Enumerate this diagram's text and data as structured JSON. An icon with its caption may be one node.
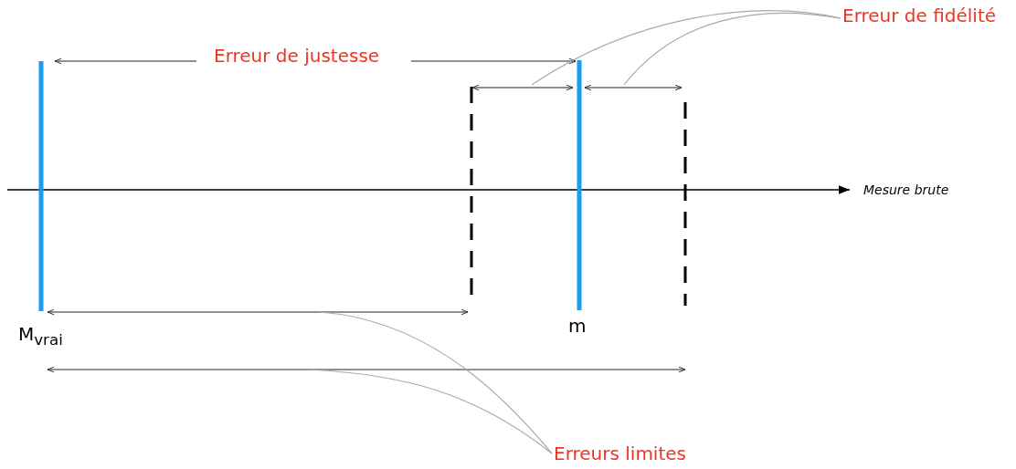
{
  "diagram": {
    "nodes": [
      {
        "text": [
          "Erreur de fidélité"
        ]
      },
      {
        "text": [],
        "shape": "arrow"
      },
      {
        "text": [],
        "shape": "arrow"
      },
      {
        "text": [
          "Erreurs limites"
        ]
      },
      {
        "text": [],
        "shape": "arrow"
      },
      {
        "text": [],
        "shape": "arrow"
      }
    ],
    "edges": [
      {
        "from": 0,
        "to": 1,
        "arrow": "none"
      },
      {
        "from": 0,
        "to": 2,
        "arrow": "none"
      },
      {
        "from": 3,
        "to": 4,
        "arrow": "none"
      },
      {
        "from": 3,
        "to": 5,
        "arrow": "none"
      }
    ],
    "labels": [
      "Erreur de justesse",
      "Mesure brute",
      "M$_{vrai}$",
      "m"
    ]
  }
}
